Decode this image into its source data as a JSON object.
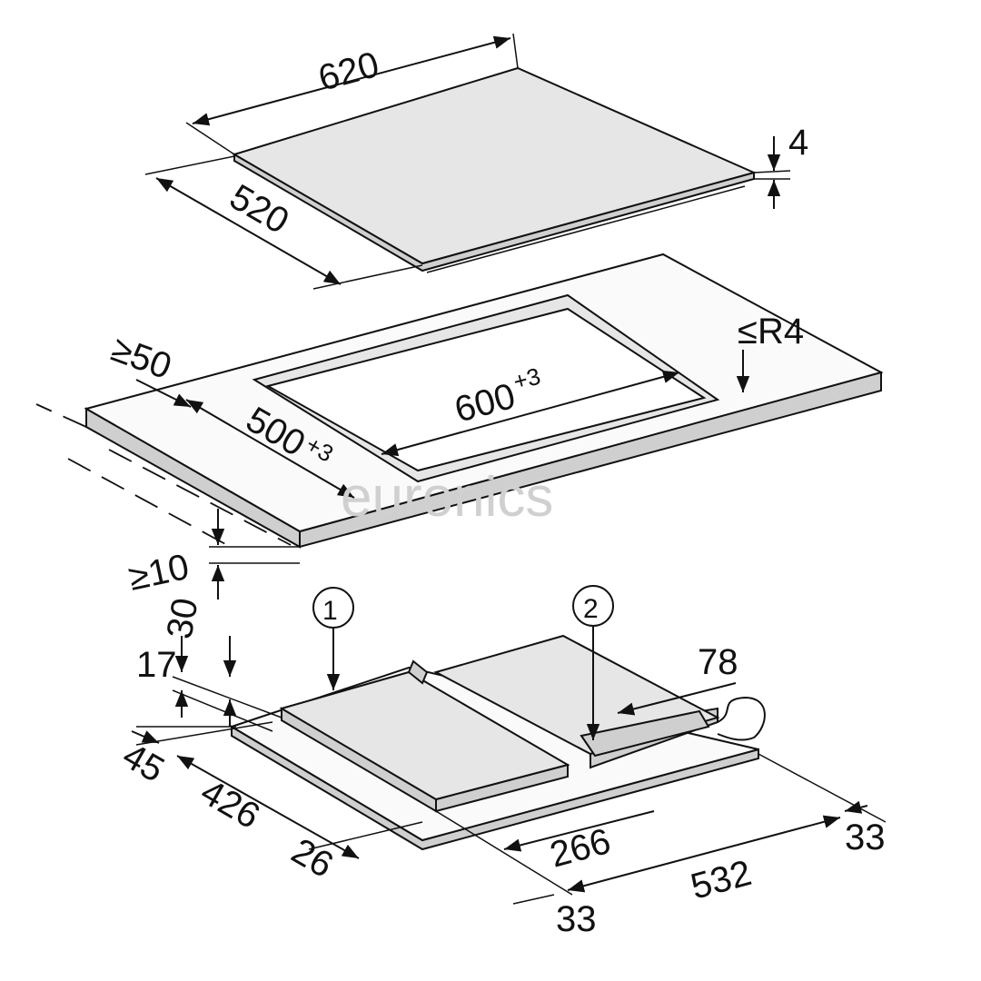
{
  "diagram": {
    "hob": {
      "width": "620",
      "depth": "520",
      "thickness": "4"
    },
    "cutout": {
      "front_distance": "≥50",
      "corner_radius": "≤R4",
      "width": "600",
      "width_tol": "+3",
      "depth": "500",
      "depth_tol": "+3",
      "below_clearance": "≥10"
    },
    "underside": {
      "callout_1": "1",
      "callout_2": "2",
      "dim_17": "17",
      "dim_30": "30",
      "dim_78": "78",
      "dim_45": "45",
      "dim_426": "426",
      "dim_26": "26",
      "dim_266": "266",
      "dim_532": "532",
      "dim_33_right": "33",
      "dim_33_bottom": "33"
    },
    "watermark": "euronics",
    "colors": {
      "line": "#111111",
      "surface": "#e6e6e6",
      "watermark": "#d0d0d0"
    }
  }
}
